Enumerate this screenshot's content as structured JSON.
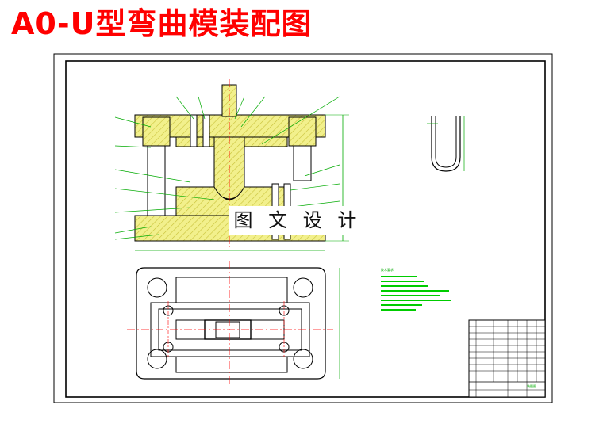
{
  "page": {
    "title": "A0-U型弯曲模装配图",
    "watermark": "图 文 设 计"
  },
  "colors": {
    "title": "#ff0000",
    "part_fill": "#f2f08c",
    "outline": "#000000",
    "centerline": "#ff0000",
    "leader": "#00aa00",
    "frame": "#000000",
    "hatch_fill": "#e6e35a"
  },
  "drawing": {
    "views": [
      "front-section-view",
      "top-plan-view",
      "part-u-bend-view"
    ],
    "notes_title": "技术要求",
    "title_block_label": "装配图"
  }
}
